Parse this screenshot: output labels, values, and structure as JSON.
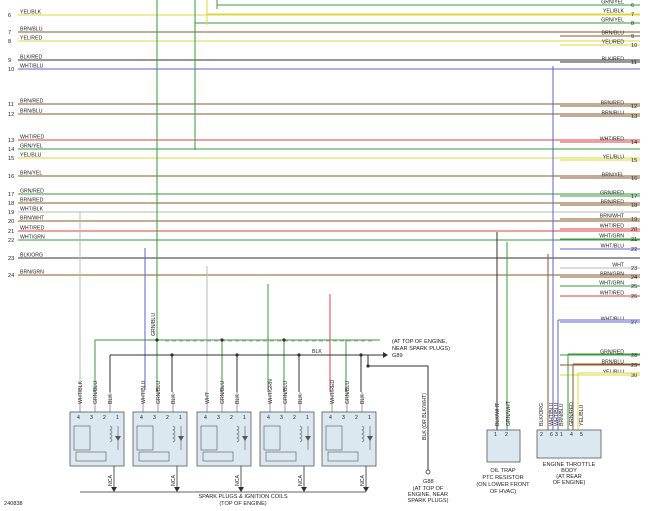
{
  "figure_id": "240838",
  "wire_colors": {
    "YEL": "#d8d83a",
    "GRN": "#3a9a3a",
    "BRN": "#8a5a2a",
    "RED": "#d84040",
    "BLK": "#303030",
    "WHT": "#b8b8b8",
    "BLU": "#6060d0",
    "ORG": "#e08a30"
  },
  "left_wires": [
    {
      "num": "6",
      "label": "YEL/BLK",
      "color": "#d8d83a"
    },
    {
      "num": "7",
      "label": "BRN/BLU",
      "color": "#8a5a2a"
    },
    {
      "num": "8",
      "label": "YEL/RED",
      "color": "#d8d83a"
    },
    {
      "num": "9",
      "label": "BLK/RED",
      "color": "#303030"
    },
    {
      "num": "10",
      "label": "WHT/BLU",
      "color": "#6060d0"
    },
    {
      "num": "11",
      "label": "BRN/RED",
      "color": "#8a5a2a"
    },
    {
      "num": "12",
      "label": "BRN/BLU",
      "color": "#8a5a2a"
    },
    {
      "num": "13",
      "label": "WHT/RED",
      "color": "#d84040"
    },
    {
      "num": "14",
      "label": "GRN/YEL",
      "color": "#3a9a3a"
    },
    {
      "num": "15",
      "label": "YEL/BLU",
      "color": "#d8d83a"
    },
    {
      "num": "16",
      "label": "BRN/YEL",
      "color": "#8a5a2a"
    },
    {
      "num": "17",
      "label": "GRN/RED",
      "color": "#3a9a3a"
    },
    {
      "num": "18",
      "label": "BRN/RED",
      "color": "#8a5a2a"
    },
    {
      "num": "19",
      "label": "WHT/BLK",
      "color": "#b8b8b8"
    },
    {
      "num": "20",
      "label": "BRN/WHT",
      "color": "#8a5a2a"
    },
    {
      "num": "21",
      "label": "WHT/RED",
      "color": "#d84040"
    },
    {
      "num": "22",
      "label": "WHT/GRN",
      "color": "#3a9a3a"
    },
    {
      "num": "23",
      "label": "BLK/ORG",
      "color": "#303030"
    },
    {
      "num": "24",
      "label": "BRN/GRN",
      "color": "#8a5a2a"
    }
  ],
  "right_wires": [
    {
      "num": "6",
      "label": "GRN/YEL",
      "color": "#3a9a3a"
    },
    {
      "num": "7",
      "label": "YEL/BLK",
      "color": "#d8d83a"
    },
    {
      "num": "8",
      "label": "GRN/YEL",
      "color": "#3a9a3a"
    },
    {
      "num": "9",
      "label": "BRN/BLU",
      "color": "#8a5a2a"
    },
    {
      "num": "10",
      "label": "YEL/RED",
      "color": "#d8d83a"
    },
    {
      "num": "11",
      "label": "BLK/RED",
      "color": "#303030"
    },
    {
      "num": "12",
      "label": "BRN/RED",
      "color": "#8a5a2a"
    },
    {
      "num": "13",
      "label": "BRN/BLU",
      "color": "#8a5a2a"
    },
    {
      "num": "14",
      "label": "WHT/RED",
      "color": "#d84040"
    },
    {
      "num": "15",
      "label": "YEL/BLU",
      "color": "#d8d83a"
    },
    {
      "num": "16",
      "label": "BRN/YEL",
      "color": "#8a5a2a"
    },
    {
      "num": "17",
      "label": "GRN/RED",
      "color": "#3a9a3a"
    },
    {
      "num": "18",
      "label": "BRN/RED",
      "color": "#8a5a2a"
    },
    {
      "num": "19",
      "label": "BRN/WHT",
      "color": "#8a5a2a"
    },
    {
      "num": "20",
      "label": "WHT/RED",
      "color": "#d84040"
    },
    {
      "num": "21",
      "label": "WHT/GRN",
      "color": "#3a9a3a"
    },
    {
      "num": "22",
      "label": "WHT/BLU",
      "color": "#6060d0"
    },
    {
      "num": "23",
      "label": "WHT",
      "color": "#b8b8b8"
    },
    {
      "num": "24",
      "label": "BRN/GRN",
      "color": "#8a5a2a"
    },
    {
      "num": "25",
      "label": "WHT/GRN",
      "color": "#3a9a3a"
    },
    {
      "num": "26",
      "label": "WHT/RED",
      "color": "#d84040"
    },
    {
      "num": "27",
      "label": "WHT/BLU",
      "color": "#6060d0"
    },
    {
      "num": "28",
      "label": "GRN/RED",
      "color": "#3a9a3a"
    },
    {
      "num": "29",
      "label": "BRN/BLU",
      "color": "#8a5a2a"
    },
    {
      "num": "30",
      "label": "YEL/BLU",
      "color": "#d8d83a"
    }
  ],
  "coils": [
    {
      "wires": [
        "WHT/BLK",
        "GRN/BLU",
        "BLK"
      ],
      "nca": "NCA"
    },
    {
      "wires": [
        "WHT/BLU",
        "GRN/BLU",
        "BLK"
      ],
      "nca": "NCA"
    },
    {
      "wires": [
        "WHT",
        "GRN/BLU",
        "BLK"
      ],
      "nca": "NCA"
    },
    {
      "wires": [
        "WHT/GRN",
        "GRN/BLU",
        "BLK"
      ],
      "nca": "NCA"
    },
    {
      "wires": [
        "WHT/RED",
        "GRN/BLU",
        "BLK"
      ],
      "nca": "NCA"
    }
  ],
  "coil_pin_numbers": [
    "4",
    "3",
    "2",
    "1"
  ],
  "grn_blu_riser_label": "GRN/BLU",
  "blk_bus_label": "BLK",
  "g89_note": [
    "(AT TOP OF ENGINE,",
    "NEAR SPARK PLUGS)"
  ],
  "g89_label": "G89",
  "g88_wire_label": "BLK (OR BLK/WHT)",
  "g88_label": "G88",
  "g88_note": [
    "(AT TOP OF",
    "ENGINE, NEAR",
    "SPARK PLUGS)"
  ],
  "coils_caption": [
    "SPARK PLUGS & IGNITION COILS",
    "(TOP OF ENGINE)"
  ],
  "oil_trap": {
    "wires": [
      "BLK/WHT",
      "GRN/WHT"
    ],
    "pins": [
      "1",
      "2"
    ],
    "caption": [
      "OIL TRAP",
      "PTC RESISTOR",
      "(ON LOWER FRONT",
      "OF HVAC)"
    ]
  },
  "throttle": {
    "wires": [
      "BLK/ORG",
      "WHT/BLU",
      "WHT/BLU",
      "BRN/BLU",
      "GRN/RED",
      "YEL/BLU"
    ],
    "pins": [
      "2",
      "6",
      "3",
      "1",
      "4",
      "5"
    ],
    "caption": [
      "ENGINE THROTTLE",
      "BODY",
      "(AT REAR",
      "OF ENGINE)"
    ]
  }
}
